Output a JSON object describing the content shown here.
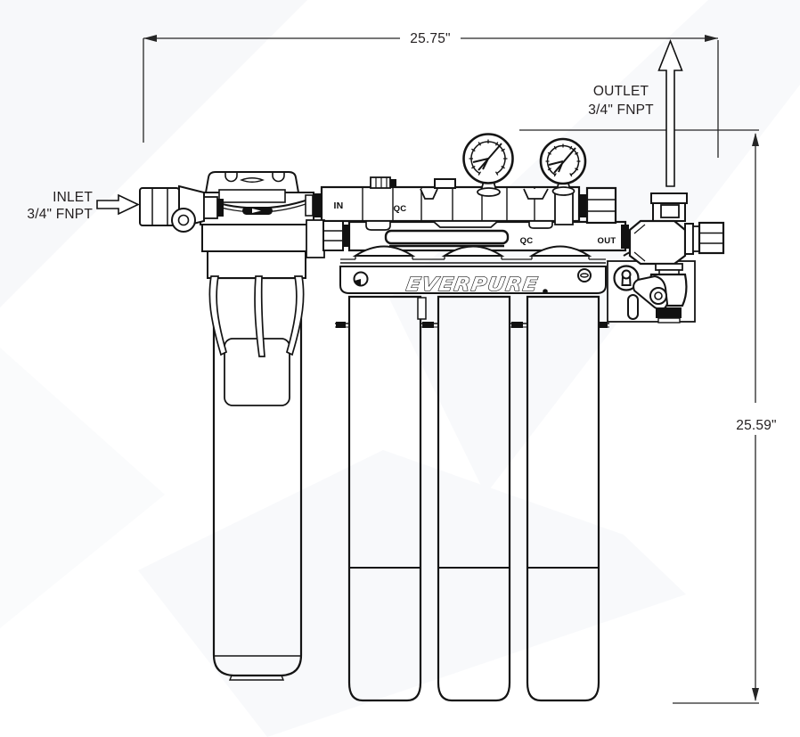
{
  "colors": {
    "background": "#ffffff",
    "watermark": "#f6f7f9",
    "line": "#161616",
    "text": "#231f20"
  },
  "dimensions": {
    "width_label": "25.75\"",
    "height_label": "25.59\""
  },
  "inlet": {
    "line1": "INLET",
    "line2": "3/4\" FNPT"
  },
  "outlet": {
    "line1": "OUTLET",
    "line2": "3/4\" FNPT"
  },
  "manifold": {
    "port_in": "IN",
    "port_qc_upper": "QC",
    "port_qc_lower": "QC",
    "port_out": "OUT"
  },
  "brand": {
    "logo": "EVERPURE"
  }
}
